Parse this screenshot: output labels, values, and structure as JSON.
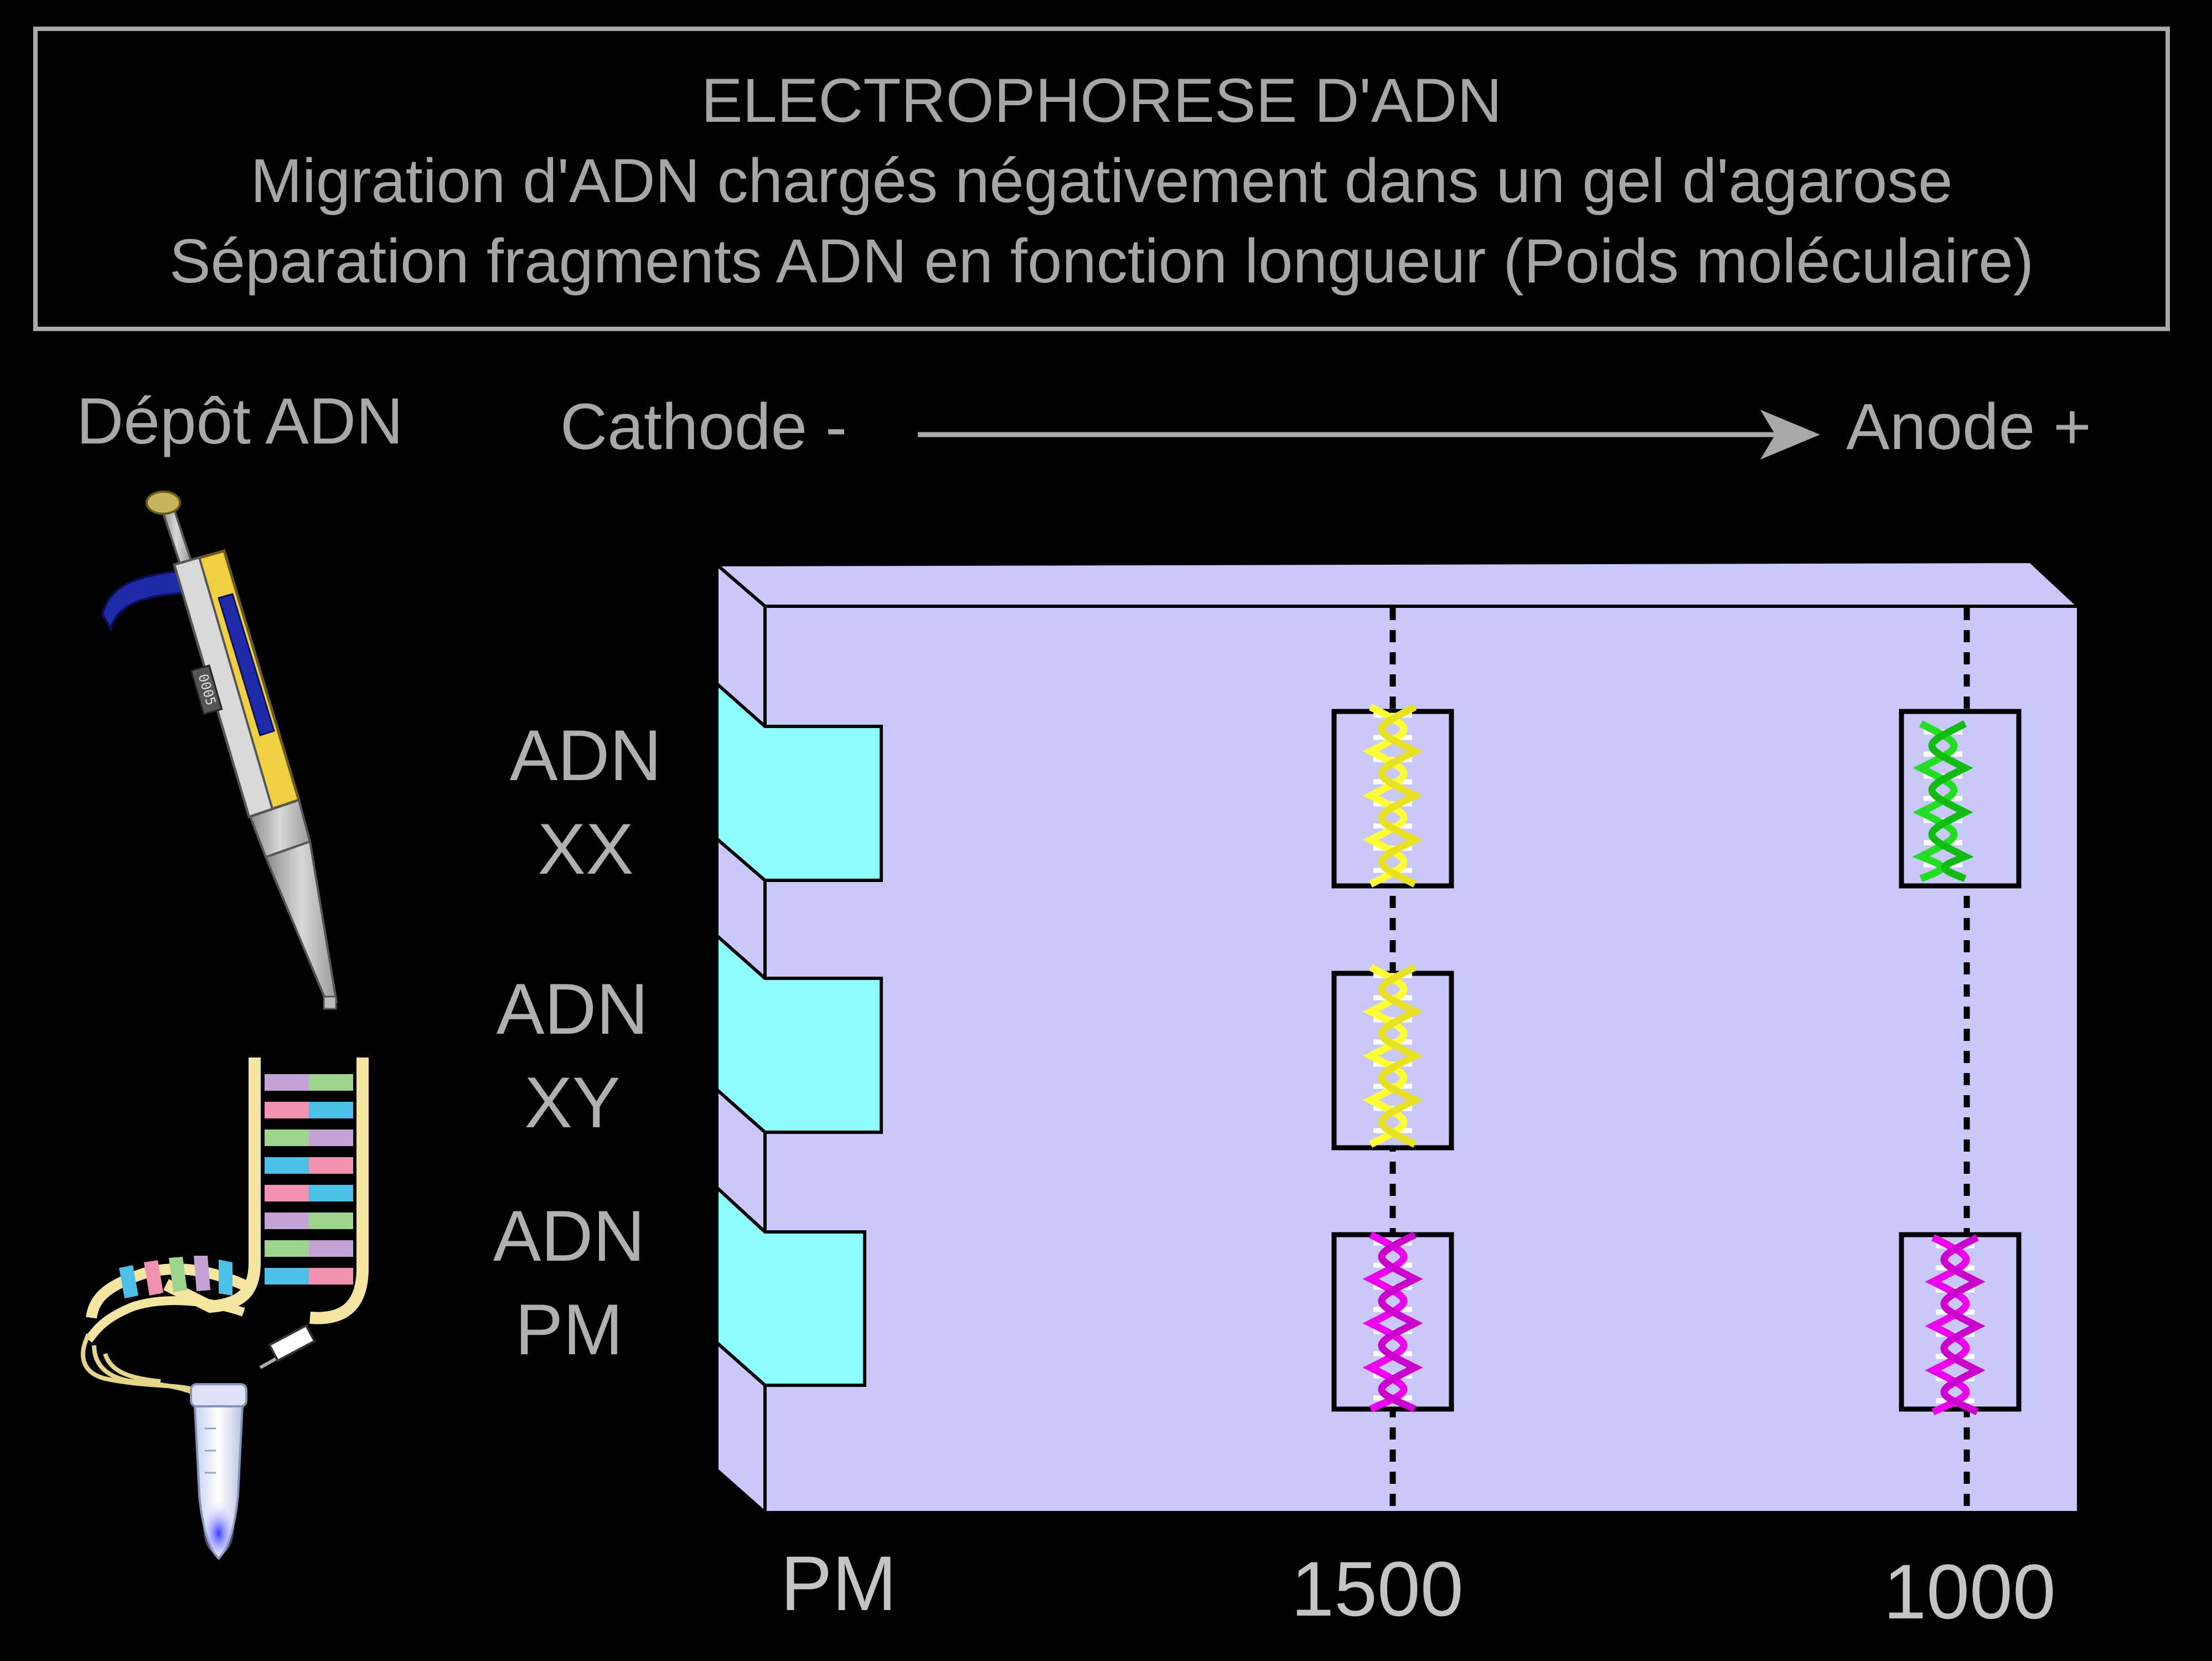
{
  "title": {
    "line1": "ELECTROPHORESE D'ADN",
    "line2": "Migration d'ADN chargés négativement dans un gel d'agarose",
    "line3": "Séparation fragments ADN en fonction longueur (Poids moléculaire)"
  },
  "deposit_label": "Dépôt ADN",
  "pipette_display": "0005",
  "direction": {
    "cathode": "Cathode -",
    "anode": "Anode +"
  },
  "lanes": [
    {
      "line1": "ADN",
      "line2": "XX"
    },
    {
      "line1": "ADN",
      "line2": "XY"
    },
    {
      "line1": "ADN",
      "line2": "PM"
    }
  ],
  "positions": {
    "pm": "PM",
    "pos1": "1500",
    "pos2": "1000"
  },
  "colors": {
    "background": "#000000",
    "text": "#a8a8a8",
    "gel": "#c8c8fa",
    "well": "#8cfcfc",
    "band_yellow": "#ffff33",
    "band_green": "#22dd22",
    "band_magenta": "#ee00ee"
  },
  "bands": [
    {
      "lane": "XX",
      "position": "1500",
      "color": "yellow"
    },
    {
      "lane": "XX",
      "position": "1000",
      "color": "green"
    },
    {
      "lane": "XY",
      "position": "1500",
      "color": "yellow"
    },
    {
      "lane": "PM",
      "position": "1500",
      "color": "magenta"
    },
    {
      "lane": "PM",
      "position": "1000",
      "color": "magenta"
    }
  ]
}
